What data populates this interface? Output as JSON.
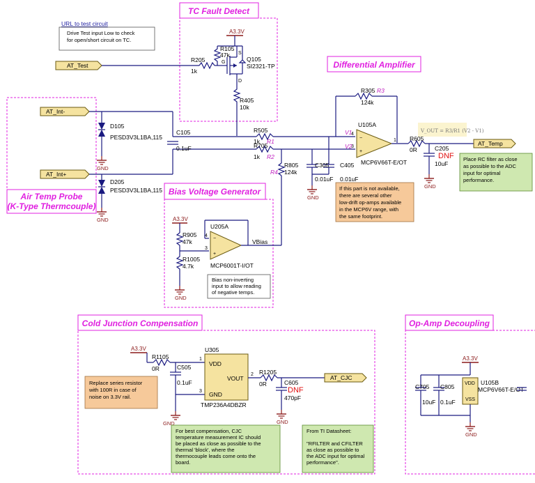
{
  "sections": {
    "tc_fault": "TC Fault Detect",
    "diff_amp": "Differential Amplifier",
    "air_temp": "Air Temp Probe",
    "air_temp_sub": "(K-Type Thermcouple)",
    "bias_gen": "Bias Voltage Generator",
    "cjc": "Cold Junction Compensation",
    "decoupling": "Op-Amp Decoupling"
  },
  "link": {
    "url_text": "URL to test circuit"
  },
  "notes": {
    "drive_test": [
      "Drive Test input Low to check",
      "for open/short circuit on TC."
    ],
    "alt_opamp": [
      "If this part is not available,",
      "there are several other",
      "low-drift op-amps available",
      "in the MCP6V range, with",
      "the same footprint."
    ],
    "rc_filter": [
      "Place RC filter as close",
      "as possible to the ADC",
      "input for optimal",
      "performance."
    ],
    "bias_note": [
      "Bias non-inverting",
      "input to allow reading",
      "of negative temps."
    ],
    "series_res": [
      "Replace series resistor",
      "with 100R in case of",
      "noise on 3.3V rail."
    ],
    "cjc_note": [
      "For best compensation, CJC",
      "temperature measurement IC should",
      "be placed as close as possible to the",
      "thermal 'block', where the",
      "thermocouple leads come onto the",
      "board."
    ],
    "ti_note": [
      "From TI Datasheet:",
      "",
      "\"RFILTER and CFILTER",
      "as close as possible to",
      "the ADC input for optimal",
      "performance\"."
    ]
  },
  "nets": {
    "at_test": "AT_Test",
    "at_int_minus": "AT_Int-",
    "at_int_plus": "AT_Int+",
    "at_temp": "AT_Temp",
    "at_cjc": "AT_CJC",
    "vbias": "VBias",
    "v1": "V1",
    "v2": "V2"
  },
  "power": {
    "rail": "A3.3V",
    "gnd": "GND"
  },
  "formula": "V_OUT = R3/R1 (V2 - V1)",
  "parts": {
    "r205": {
      "ref": "R205",
      "val": "1k"
    },
    "r105": {
      "ref": "R105",
      "val": "47k"
    },
    "q105": {
      "ref": "Q105",
      "val": "SI2321-TP"
    },
    "r405": {
      "ref": "R405",
      "val": "10k"
    },
    "r305": {
      "ref": "R305",
      "val": "124k",
      "alias": "R3"
    },
    "r505": {
      "ref": "R505",
      "val": "1k",
      "alias": "R1"
    },
    "r705": {
      "ref": "R705",
      "val": "1k",
      "alias": "R2"
    },
    "r805": {
      "ref": "R805",
      "val": "124k",
      "alias": "R4"
    },
    "u105a": {
      "ref": "U105A",
      "val": "MCP6V66T-E/OT"
    },
    "r605": {
      "ref": "R605",
      "val": "0R"
    },
    "c205": {
      "ref": "C205",
      "val": "10uF",
      "dnf": "DNF"
    },
    "d105": {
      "ref": "D105",
      "val": "PESD3V3L1BA,115"
    },
    "d205": {
      "ref": "D205",
      "val": "PESD3V3L1BA,115"
    },
    "c105": {
      "ref": "C105",
      "val": "0.1uF"
    },
    "c305": {
      "ref": "C305",
      "val": "0.01uF"
    },
    "c405": {
      "ref": "C405",
      "val": "0.01uF"
    },
    "r905": {
      "ref": "R905",
      "val": "47k"
    },
    "r1005": {
      "ref": "R1005",
      "val": "4.7k"
    },
    "u205a": {
      "ref": "U205A",
      "val": "MCP6001T-I/OT"
    },
    "r1105": {
      "ref": "R1105",
      "val": "0R"
    },
    "c505": {
      "ref": "C505",
      "val": "0.1uF"
    },
    "u305": {
      "ref": "U305",
      "val": "TMP236A4DBZR",
      "pin_vdd": "VDD",
      "pin_vout": "VOUT",
      "pin_gnd": "GND"
    },
    "r1205": {
      "ref": "R1205",
      "val": "0R"
    },
    "c605": {
      "ref": "C605",
      "val": "470pF",
      "dnf": "DNF"
    },
    "c705": {
      "ref": "C705",
      "val": "10uF"
    },
    "c805": {
      "ref": "C805",
      "val": "0.1uF"
    },
    "u105b": {
      "ref": "U105B",
      "val": "MCP6V66T-E/OT",
      "pin_vdd": "VDD",
      "pin_vss": "VSS"
    }
  }
}
